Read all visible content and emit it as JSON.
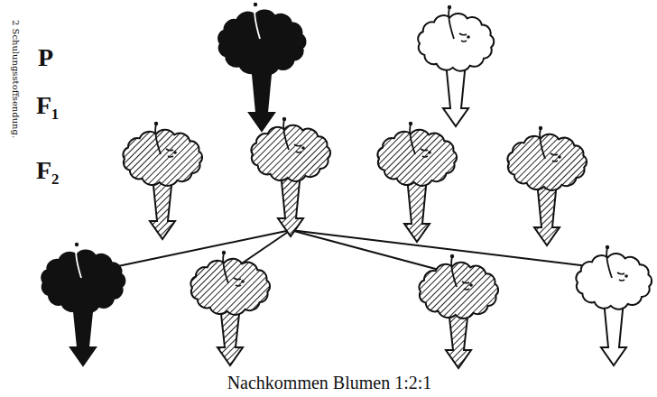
{
  "diagram": {
    "caption": "Nachkommen Blumen 1:2:1",
    "labels": [
      "P",
      "F₁",
      "F₂",
      "2 Schulungsstoffsendung."
    ]
  }
}
